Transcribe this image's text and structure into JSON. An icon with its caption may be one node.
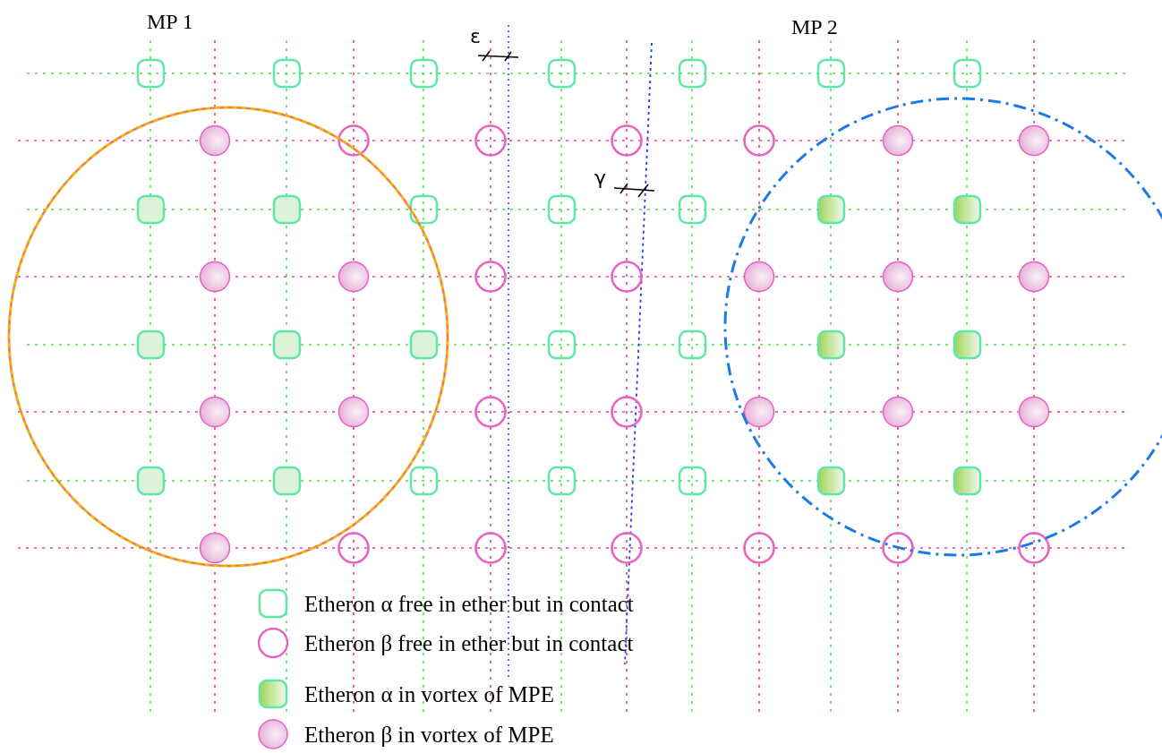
{
  "diagram": {
    "nodes": [
      {
        "text": [
          "MP 1"
        ]
      },
      {
        "text": [
          "MP 2"
        ]
      }
    ],
    "edges": [],
    "labels": [
      "ε",
      "γ"
    ],
    "legend": [
      {
        "text": "Etheron α free in ether but in contact"
      },
      {
        "text": "Etheron β free in ether but in contact"
      },
      {
        "text": "Etheron α in vortex of MPE"
      },
      {
        "text": "Etheron β in vortex of MPE"
      }
    ]
  }
}
